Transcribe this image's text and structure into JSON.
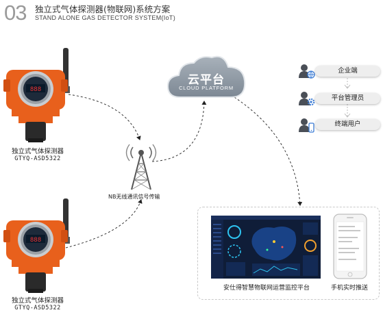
{
  "header": {
    "number": "03",
    "title": "独立式气体探测器(物联网)系统方案",
    "subtitle": "STAND ALONE GAS DETECTOR SYSTEM(IoT)"
  },
  "devices": [
    {
      "label": "独立式气体探测器",
      "model": "GTYQ-ASD5322"
    },
    {
      "label": "独立式气体探测器",
      "model": "GTYQ-ASD5322"
    }
  ],
  "tower": {
    "label": "NB无线通讯信号传输"
  },
  "cloud": {
    "title": "云平台",
    "subtitle": "CLOUD PLATFORM"
  },
  "roles": [
    "企业端",
    "平台管理员",
    "终端用户"
  ],
  "platform": {
    "monitor_caption": "安仕得智慧物联网运营监控平台",
    "phone_caption": "手机实时推送"
  },
  "colors": {
    "device_orange": "#e8601c",
    "cloud_gray": "#8f9aa6",
    "screen_dark": "#0f1d38",
    "icon_blue": "#3a7bd5"
  }
}
